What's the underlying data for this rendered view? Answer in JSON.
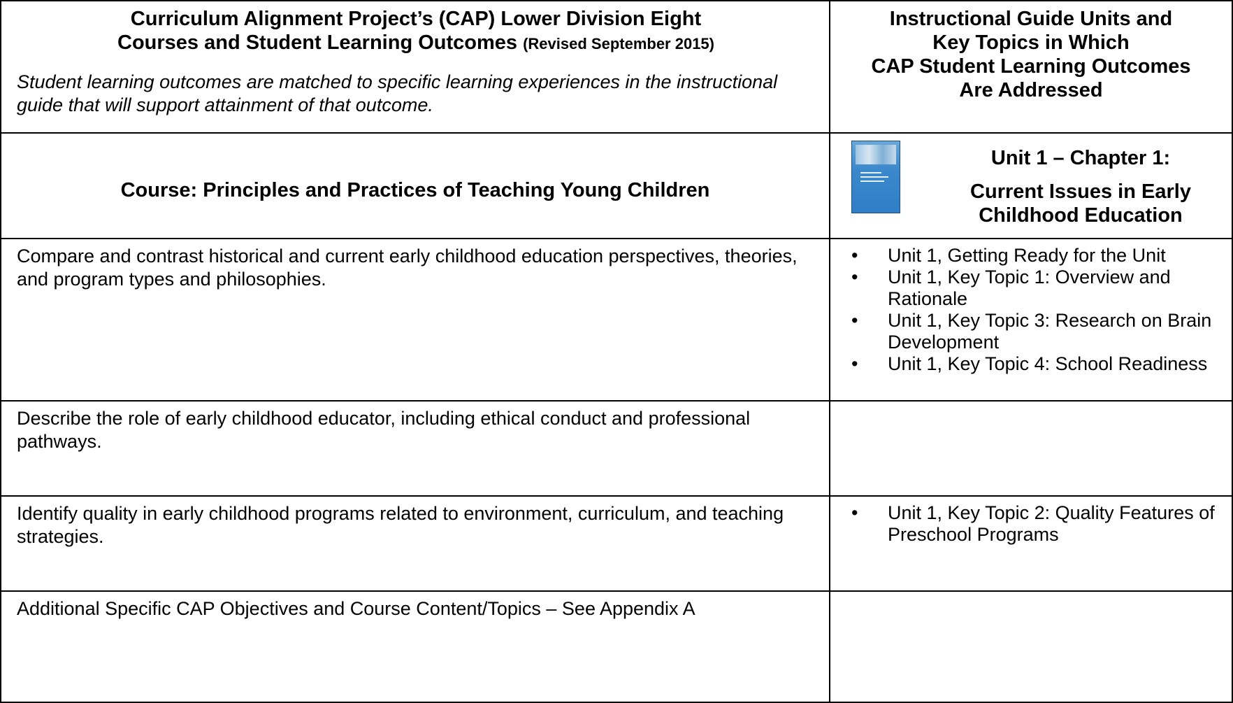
{
  "header": {
    "title_line1": "Curriculum Alignment Project’s (CAP) Lower Division Eight",
    "title_line2": "Courses and Student Learning Outcomes",
    "title_revised": "(Revised September 2015)",
    "note": "Student learning outcomes are matched to specific learning experiences in the instructional guide that will support attainment of that outcome.",
    "right_title_lines": [
      "Instructional Guide Units and",
      "Key Topics in Which",
      "CAP Student Learning Outcomes",
      "Are Addressed"
    ]
  },
  "course": {
    "title": "Course:  Principles and Practices of Teaching Young Children",
    "unit_line1": "Unit 1 – Chapter 1:",
    "unit_line2": "Current Issues in Early Childhood Education"
  },
  "rows": [
    {
      "outcome": "Compare and contrast historical and current early childhood education perspectives, theories, and program types and philosophies.",
      "topics": [
        "Unit 1, Getting Ready for the Unit",
        "Unit 1, Key Topic 1: Overview and Rationale",
        "Unit 1, Key Topic 3: Research on Brain Development",
        "Unit 1, Key Topic 4: School Readiness"
      ]
    },
    {
      "outcome": "Describe the role of early childhood educator, including ethical conduct and professional pathways.",
      "topics": []
    },
    {
      "outcome": "Identify quality in early childhood programs related to environment, curriculum, and teaching strategies.",
      "topics": [
        "Unit 1, Key Topic 2: Quality Features of Preschool Programs"
      ]
    },
    {
      "outcome": "Additional Specific CAP Objectives and Course Content/Topics – See Appendix A",
      "topics": []
    }
  ]
}
